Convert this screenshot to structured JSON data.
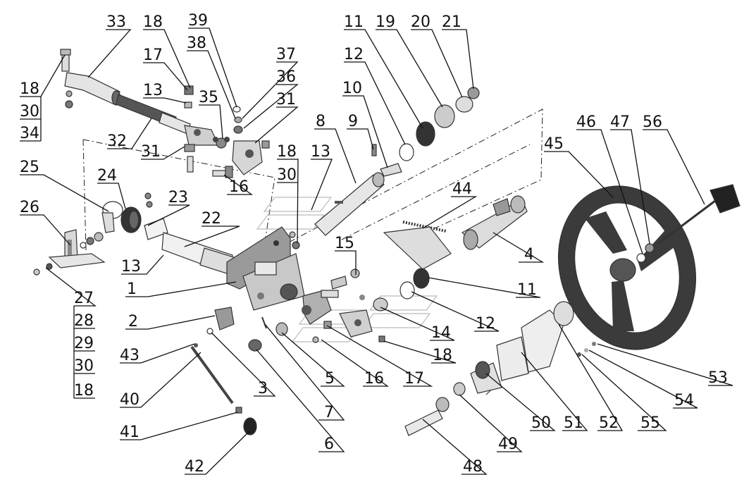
{
  "diagram": {
    "callouts": [
      {
        "id": "c1",
        "text": "33"
      },
      {
        "id": "c2",
        "text": "18"
      },
      {
        "id": "c3",
        "text": "39"
      },
      {
        "id": "c4",
        "text": "38"
      },
      {
        "id": "c5",
        "text": "17"
      },
      {
        "id": "c6",
        "text": "37"
      },
      {
        "id": "c7",
        "text": "36"
      },
      {
        "id": "c8",
        "text": "18"
      },
      {
        "id": "c9",
        "text": "30"
      },
      {
        "id": "c10",
        "text": "34"
      },
      {
        "id": "c11",
        "text": "13"
      },
      {
        "id": "c12",
        "text": "35"
      },
      {
        "id": "c13",
        "text": "31"
      },
      {
        "id": "c14",
        "text": "32"
      },
      {
        "id": "c15",
        "text": "31"
      },
      {
        "id": "c16",
        "text": "16"
      },
      {
        "id": "c17",
        "text": "18"
      },
      {
        "id": "c18",
        "text": "30"
      },
      {
        "id": "c19",
        "text": "13"
      },
      {
        "id": "c20",
        "text": "25"
      },
      {
        "id": "c21",
        "text": "24"
      },
      {
        "id": "c22",
        "text": "23"
      },
      {
        "id": "c23",
        "text": "22"
      },
      {
        "id": "c24",
        "text": "26"
      },
      {
        "id": "c25",
        "text": "13"
      },
      {
        "id": "c26",
        "text": "1"
      },
      {
        "id": "c27",
        "text": "27"
      },
      {
        "id": "c28",
        "text": "28"
      },
      {
        "id": "c29",
        "text": "29"
      },
      {
        "id": "c30",
        "text": "30"
      },
      {
        "id": "c31",
        "text": "18"
      },
      {
        "id": "c32",
        "text": "2"
      },
      {
        "id": "c33",
        "text": "43"
      },
      {
        "id": "c34",
        "text": "40"
      },
      {
        "id": "c35",
        "text": "3"
      },
      {
        "id": "c36",
        "text": "41"
      },
      {
        "id": "c37",
        "text": "42"
      },
      {
        "id": "c38",
        "text": "11"
      },
      {
        "id": "c39",
        "text": "19"
      },
      {
        "id": "c40",
        "text": "20"
      },
      {
        "id": "c41",
        "text": "21"
      },
      {
        "id": "c42",
        "text": "12"
      },
      {
        "id": "c43",
        "text": "10"
      },
      {
        "id": "c44",
        "text": "8"
      },
      {
        "id": "c45",
        "text": "9"
      },
      {
        "id": "c46",
        "text": "44"
      },
      {
        "id": "c47",
        "text": "15"
      },
      {
        "id": "c48",
        "text": "4"
      },
      {
        "id": "c49",
        "text": "11"
      },
      {
        "id": "c50",
        "text": "12"
      },
      {
        "id": "c51",
        "text": "14"
      },
      {
        "id": "c52",
        "text": "18"
      },
      {
        "id": "c53",
        "text": "5"
      },
      {
        "id": "c54",
        "text": "16"
      },
      {
        "id": "c55",
        "text": "17"
      },
      {
        "id": "c56",
        "text": "7"
      },
      {
        "id": "c57",
        "text": "6"
      },
      {
        "id": "c58",
        "text": "46"
      },
      {
        "id": "c59",
        "text": "47"
      },
      {
        "id": "c60",
        "text": "56"
      },
      {
        "id": "c61",
        "text": "45"
      },
      {
        "id": "c62",
        "text": "53"
      },
      {
        "id": "c63",
        "text": "54"
      },
      {
        "id": "c64",
        "text": "55"
      },
      {
        "id": "c65",
        "text": "52"
      },
      {
        "id": "c66",
        "text": "51"
      },
      {
        "id": "c67",
        "text": "50"
      },
      {
        "id": "c68",
        "text": "49"
      },
      {
        "id": "c69",
        "text": "48"
      }
    ],
    "colors": {
      "ink": "#111111",
      "part_dark": "#3a3a3a",
      "part_mid": "#9a9a9a",
      "part_light": "#dcdcdc"
    }
  }
}
